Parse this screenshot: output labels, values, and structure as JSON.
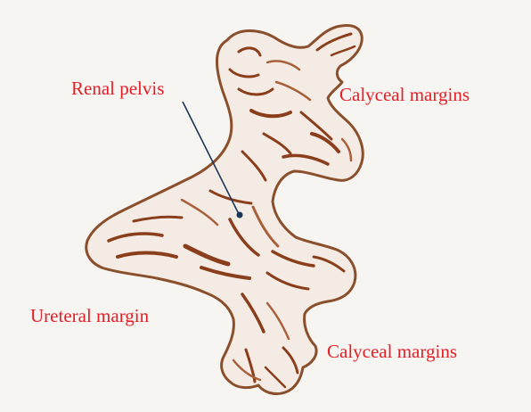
{
  "colors": {
    "background": "#f7f5f2",
    "outline": "#8a4f2c",
    "texture": "#8b3e1c",
    "texture_light": "#a9603a",
    "pointer": "#1b3555",
    "label": "#e41e26"
  },
  "labels": {
    "renal_pelvis": "Renal pelvis",
    "calyceal_margins_top": "Calyceal margins",
    "ureteral_margin": "Ureteral margin",
    "calyceal_margins_bottom": "Calyceal margins"
  }
}
